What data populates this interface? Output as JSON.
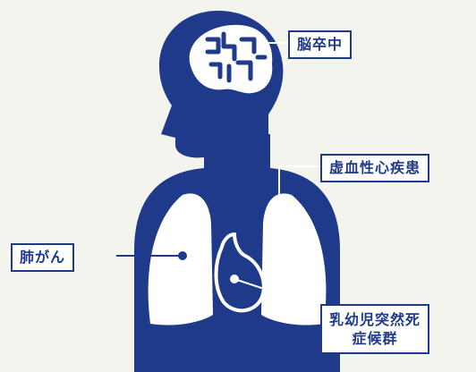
{
  "labels": {
    "stroke": "脳卒中",
    "ischemic_heart_disease": "虚血性心疾患",
    "lung_cancer": "肺がん",
    "sids_line1": "乳幼児突然死",
    "sids_line2": "症候群"
  },
  "colors": {
    "silhouette": "#1f3a8a",
    "organs": "#ffffff",
    "background": "#f4f4ee"
  }
}
